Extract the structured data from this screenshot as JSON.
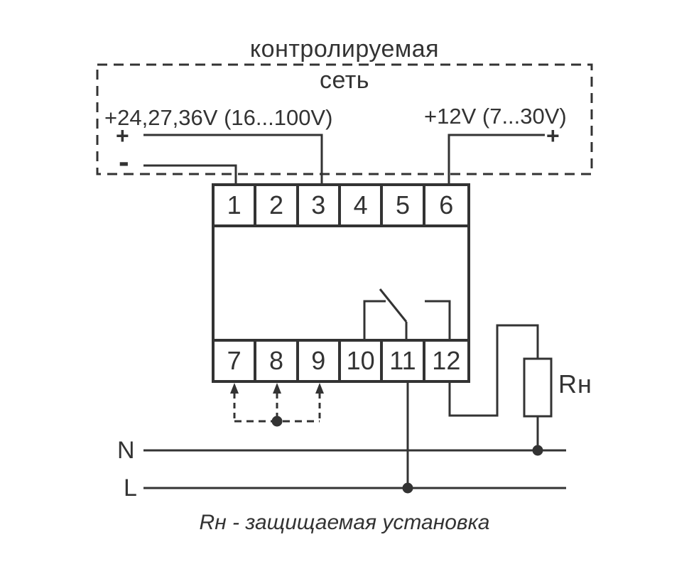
{
  "network": {
    "title_line1": "контролируемая",
    "title_line2": "сеть",
    "left_voltage_label": "+24,27,36V (16...100V)",
    "right_voltage_label": "+12V (7...30V)",
    "left_plus": "+",
    "left_minus": "-",
    "right_plus": "+"
  },
  "device": {
    "top_terminals": [
      "1",
      "2",
      "3",
      "4",
      "5",
      "6"
    ],
    "bottom_terminals": [
      "7",
      "8",
      "9",
      "10",
      "11",
      "12"
    ]
  },
  "load": {
    "label": "Rн"
  },
  "power_lines": {
    "neutral_label": "N",
    "line_label": "L"
  },
  "caption": "Rн - защищаемая установка",
  "colors": {
    "line": "#333333",
    "background": "#ffffff"
  }
}
